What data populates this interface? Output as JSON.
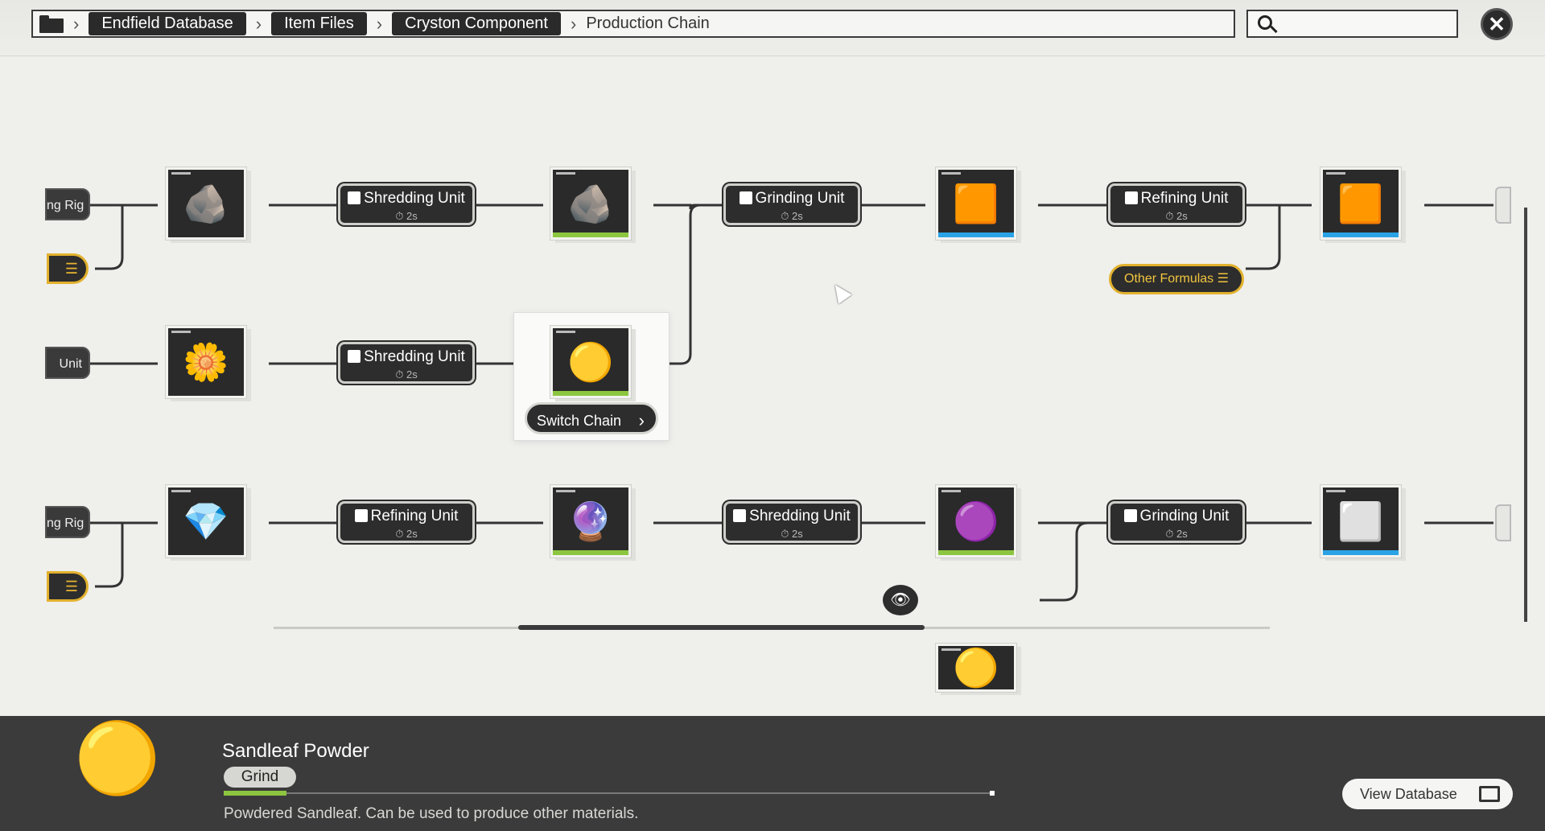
{
  "breadcrumb": {
    "items": [
      "Endfield Database",
      "Item Files",
      "Cryston Component"
    ],
    "current": "Production Chain"
  },
  "search": {
    "placeholder": ""
  },
  "nodes": {
    "stub_rig_1": "ng Rig",
    "stub_unit": "Unit",
    "stub_rig_2": "ng Rig",
    "stub_gold": "☰",
    "m1": {
      "name": "Shredding Unit",
      "time": "⏱ 2s"
    },
    "m2": {
      "name": "Grinding Unit",
      "time": "⏱ 2s"
    },
    "m3": {
      "name": "Refining Unit",
      "time": "⏱ 2s"
    },
    "m4": {
      "name": "Shredding Unit",
      "time": "⏱ 2s"
    },
    "m5": {
      "name": "Refining Unit",
      "time": "⏱ 2s"
    },
    "m6": {
      "name": "Shredding Unit",
      "time": "⏱ 2s"
    },
    "m7": {
      "name": "Grinding Unit",
      "time": "⏱ 2s"
    }
  },
  "other_formulas": "Other Formulas ☰",
  "switch_chain": "Switch Chain",
  "detail": {
    "name": "Sandleaf Powder",
    "tag": "Grind",
    "description": "Powdered Sandleaf. Can be used to produce other materials.",
    "view_database": "View Database"
  },
  "colors": {
    "green": "#8cc63f",
    "blue": "#2aa3e6",
    "gold": "#e2b12d"
  }
}
